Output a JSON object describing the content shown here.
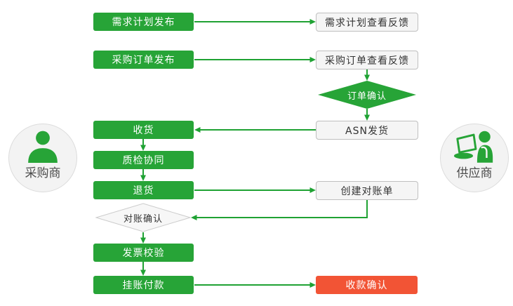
{
  "colors": {
    "green": "#27A437",
    "line": "#1FA233",
    "red": "#F25435",
    "node_bg": "#F5F5F5",
    "node_border": "#BFBFBF",
    "diamond_bg": "#F7F7F7",
    "diamond_border": "#CCCCCC",
    "circle_bg": "#F3F3F3",
    "circle_border": "#DCDCDC",
    "text_dark": "#333333",
    "text_circle": "#4C4C4C"
  },
  "actors": {
    "buyer": {
      "label": "采购商"
    },
    "supplier": {
      "label": "供应商"
    }
  },
  "nodes": {
    "demand_plan_publish": {
      "label": "需求计划发布",
      "type": "buyer-step"
    },
    "demand_plan_feedback": {
      "label": "需求计划查看反馈",
      "type": "supplier-step"
    },
    "po_publish": {
      "label": "采购订单发布",
      "type": "buyer-step"
    },
    "po_feedback": {
      "label": "采购订单查看反馈",
      "type": "supplier-step"
    },
    "order_confirm": {
      "label": "订单确认",
      "type": "decision"
    },
    "asn_ship": {
      "label": "ASN发货",
      "type": "supplier-step"
    },
    "receive": {
      "label": "收货",
      "type": "buyer-step"
    },
    "quality_check": {
      "label": "质检协同",
      "type": "buyer-step"
    },
    "return_goods": {
      "label": "退货",
      "type": "buyer-step"
    },
    "create_statement": {
      "label": "创建对账单",
      "type": "supplier-step"
    },
    "statement_confirm": {
      "label": "对账确认",
      "type": "decision"
    },
    "invoice_verify": {
      "label": "发票校验",
      "type": "buyer-step"
    },
    "payment": {
      "label": "挂账付款",
      "type": "buyer-step"
    },
    "receipt_confirm": {
      "label": "收款确认",
      "type": "highlight-step"
    }
  },
  "edges": [
    {
      "from": "demand_plan_publish",
      "to": "demand_plan_feedback"
    },
    {
      "from": "po_publish",
      "to": "po_feedback"
    },
    {
      "from": "po_feedback",
      "to": "order_confirm"
    },
    {
      "from": "order_confirm",
      "to": "asn_ship"
    },
    {
      "from": "asn_ship",
      "to": "receive"
    },
    {
      "from": "receive",
      "to": "quality_check"
    },
    {
      "from": "quality_check",
      "to": "return_goods"
    },
    {
      "from": "return_goods",
      "to": "create_statement"
    },
    {
      "from": "create_statement",
      "to": "statement_confirm"
    },
    {
      "from": "statement_confirm",
      "to": "invoice_verify"
    },
    {
      "from": "invoice_verify",
      "to": "payment"
    },
    {
      "from": "payment",
      "to": "receipt_confirm"
    }
  ]
}
